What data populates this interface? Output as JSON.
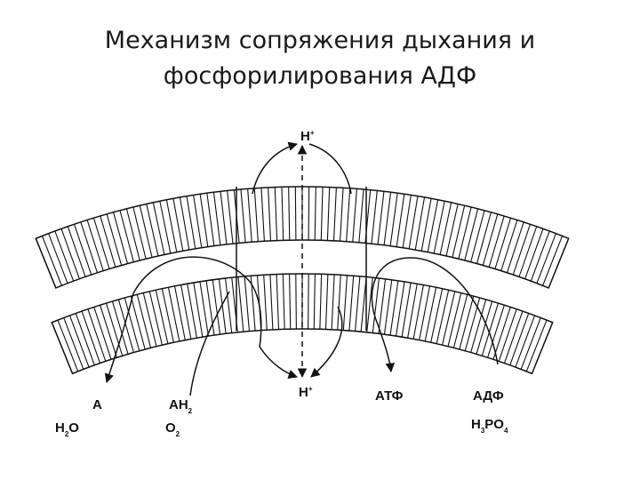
{
  "slide": {
    "title_line1": "Механизм сопряжения дыхания и",
    "title_line2": "фосфорилирования АДФ"
  },
  "diagram": {
    "proton_top": {
      "main": "H",
      "sub": "+"
    },
    "proton_bottom": {
      "main": "H",
      "sub": "+"
    },
    "labels": {
      "a": {
        "main": "A"
      },
      "ah2": {
        "main": "AH",
        "sub": "2"
      },
      "h2o": {
        "main": "H",
        "sub": "2",
        "tail": "O"
      },
      "o2": {
        "main": "O",
        "sub": "2"
      },
      "atp": {
        "main": "АТФ"
      },
      "adp": {
        "main": "АДФ"
      },
      "h3po4": {
        "main": "H",
        "sub": "3",
        "tail": "PO",
        "sub2": "4"
      }
    },
    "colors": {
      "ink": "#111111",
      "background": "#ffffff"
    }
  }
}
